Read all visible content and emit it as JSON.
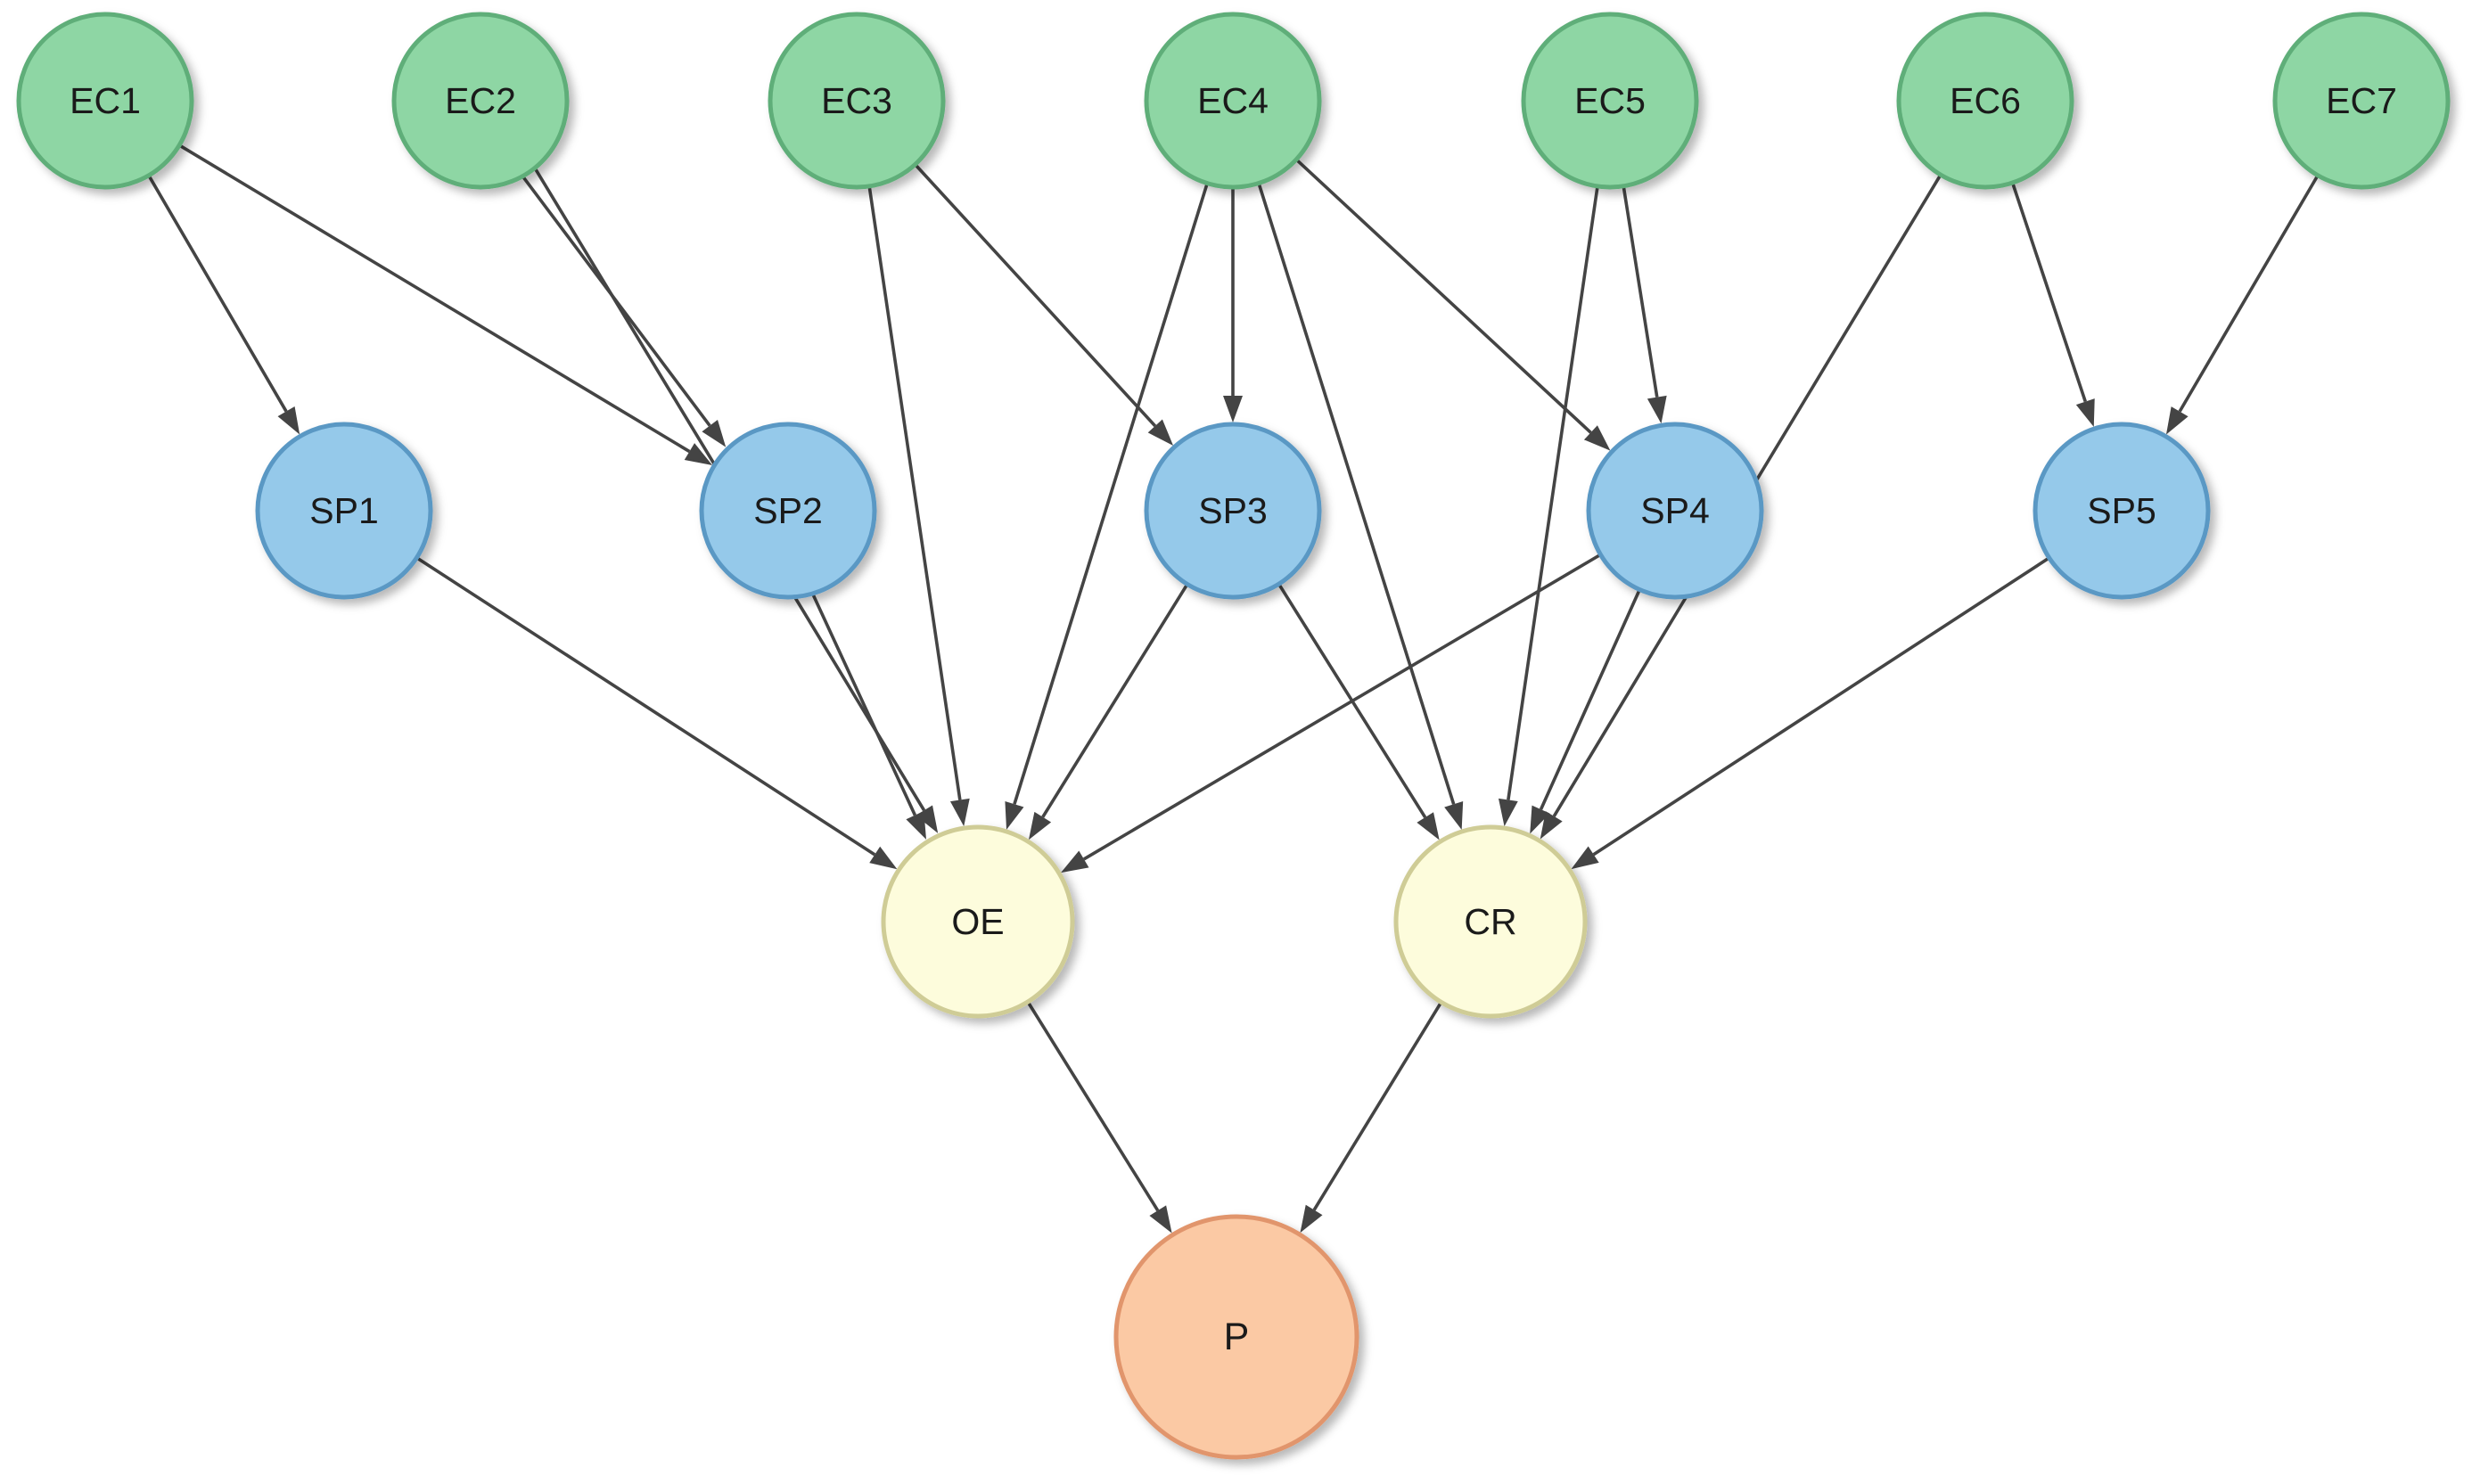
{
  "colors": {
    "ec": {
      "fill": "#8ed6a4",
      "stroke": "#5fae79"
    },
    "sp": {
      "fill": "#95c9ea",
      "stroke": "#5a98c4"
    },
    "out": {
      "fill": "#fdfcdc",
      "stroke": "#cfcc96"
    },
    "p": {
      "fill": "#fbc9a4",
      "stroke": "#e1956c"
    },
    "edge": "#444444"
  },
  "nodes": [
    {
      "id": "EC1",
      "label": "EC1",
      "group": "ec"
    },
    {
      "id": "EC2",
      "label": "EC2",
      "group": "ec"
    },
    {
      "id": "EC3",
      "label": "EC3",
      "group": "ec"
    },
    {
      "id": "EC4",
      "label": "EC4",
      "group": "ec"
    },
    {
      "id": "EC5",
      "label": "EC5",
      "group": "ec"
    },
    {
      "id": "EC6",
      "label": "EC6",
      "group": "ec"
    },
    {
      "id": "EC7",
      "label": "EC7",
      "group": "ec"
    },
    {
      "id": "SP1",
      "label": "SP1",
      "group": "sp"
    },
    {
      "id": "SP2",
      "label": "SP2",
      "group": "sp"
    },
    {
      "id": "SP3",
      "label": "SP3",
      "group": "sp"
    },
    {
      "id": "SP4",
      "label": "SP4",
      "group": "sp"
    },
    {
      "id": "SP5",
      "label": "SP5",
      "group": "sp"
    },
    {
      "id": "OE",
      "label": "OE",
      "group": "out"
    },
    {
      "id": "CR",
      "label": "CR",
      "group": "out"
    },
    {
      "id": "P",
      "label": "P",
      "group": "p"
    }
  ],
  "edges": [
    {
      "from": "EC1",
      "to": "SP1"
    },
    {
      "from": "EC1",
      "to": "SP2"
    },
    {
      "from": "EC2",
      "to": "SP2"
    },
    {
      "from": "EC2",
      "to": "OE"
    },
    {
      "from": "EC3",
      "to": "OE"
    },
    {
      "from": "EC3",
      "to": "SP3"
    },
    {
      "from": "EC4",
      "to": "OE"
    },
    {
      "from": "EC4",
      "to": "SP3"
    },
    {
      "from": "EC4",
      "to": "CR"
    },
    {
      "from": "EC4",
      "to": "SP4"
    },
    {
      "from": "EC5",
      "to": "CR"
    },
    {
      "from": "EC5",
      "to": "SP4"
    },
    {
      "from": "EC6",
      "to": "CR"
    },
    {
      "from": "EC6",
      "to": "SP5"
    },
    {
      "from": "EC7",
      "to": "SP5"
    },
    {
      "from": "SP1",
      "to": "OE"
    },
    {
      "from": "SP2",
      "to": "OE"
    },
    {
      "from": "SP3",
      "to": "OE"
    },
    {
      "from": "SP3",
      "to": "CR"
    },
    {
      "from": "SP4",
      "to": "OE"
    },
    {
      "from": "SP4",
      "to": "CR"
    },
    {
      "from": "SP5",
      "to": "CR"
    },
    {
      "from": "OE",
      "to": "P"
    },
    {
      "from": "CR",
      "to": "P"
    }
  ]
}
